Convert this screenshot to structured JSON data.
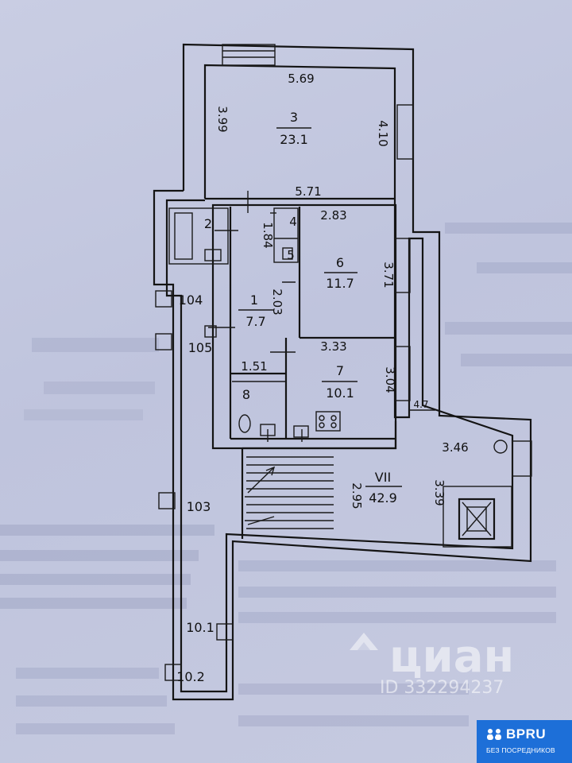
{
  "rooms": {
    "r3": {
      "num": "3",
      "area": "23.1"
    },
    "r6": {
      "num": "6",
      "area": "11.7"
    },
    "r1": {
      "num": "1",
      "area": "7.7"
    },
    "r7": {
      "num": "7",
      "area": "10.1"
    },
    "r2": {
      "num": "2"
    },
    "r4": {
      "num": "4"
    },
    "r5": {
      "num": "5"
    },
    "r8": {
      "num": "8"
    },
    "rVII": {
      "num": "VII",
      "area": "42.9"
    }
  },
  "dimensions": {
    "d569": "5.69",
    "d399": "3.99",
    "d410": "4.10",
    "d571": "5.71",
    "d283": "2.83",
    "d184": "1.84",
    "d371": "3.71",
    "d203": "2.03",
    "d333": "3.33",
    "d151": "1.51",
    "d304": "3.04",
    "d47": "4.7",
    "d346": "3.46",
    "d295": "2.95",
    "d339": "3.39"
  },
  "windows": {
    "w104": "104",
    "w105": "105",
    "w103": "103",
    "w101": "10.1",
    "w102": "10.2"
  },
  "watermark": {
    "brand": "циан",
    "id": "ID 332294237"
  },
  "badge": {
    "brand": "BPRU",
    "subtitle": "БЕЗ ПОСРЕДНИКОВ"
  }
}
